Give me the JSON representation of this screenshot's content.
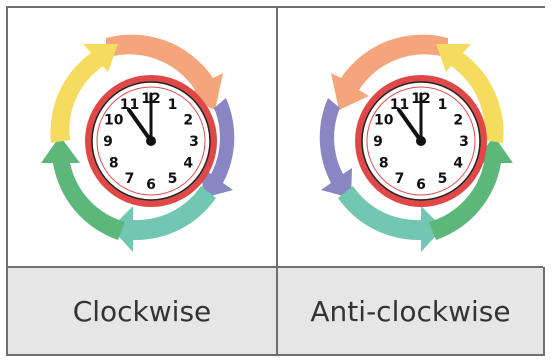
{
  "labels": {
    "clockwise": "Clockwise",
    "anticlockwise": "Anti-clockwise"
  },
  "clock_numbers": [
    "12",
    "1",
    "2",
    "3",
    "4",
    "5",
    "6",
    "7",
    "8",
    "9",
    "10",
    "11"
  ],
  "colors": {
    "border": "#6f6f6f",
    "label_bg": "#e6e6e6",
    "clock_ring": "#e04848",
    "arrow_orange": "#f4a57c",
    "arrow_purple": "#8a86c4",
    "arrow_teal": "#72c7b2",
    "arrow_green": "#5cb87a",
    "arrow_yellow": "#f6dc5e"
  }
}
